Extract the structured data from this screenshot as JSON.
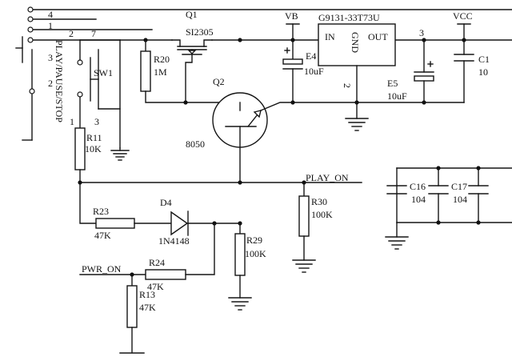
{
  "labels": {
    "net_4": "4",
    "net_1": "1",
    "pin_2": "2",
    "pin_3": "3",
    "pin_1": "1",
    "play_pause_stop": "PLAY/PAUSE/STOP",
    "sw1": "SW1",
    "r20": "R20",
    "r20_value": "1M",
    "q1": "Q1",
    "q1_part": "SI2305",
    "vb": "VB",
    "ic_part": "G9131-33T73U",
    "ic_in": "IN",
    "ic_gnd": "GND",
    "ic_out": "OUT",
    "ic_pin_2": "2",
    "ic_pin_3": "3",
    "vcc": "VCC",
    "c1": "C1",
    "c1_value": "10",
    "e4": "E4",
    "e4_value": "10uF",
    "e5": "E5",
    "e5_value": "10uF",
    "q2": "Q2",
    "q2_part": "8050",
    "r11": "R11",
    "r11_value": "10K",
    "play_on": "PLAY_ON",
    "r23": "R23",
    "r23_value": "47K",
    "d4": "D4",
    "d4_part": "1N4148",
    "r30": "R30",
    "r30_value": "100K",
    "c16": "C16",
    "c16_value": "104",
    "c17": "C17",
    "c17_value": "104",
    "pwr_on": "PWR_ON",
    "r24": "R24",
    "r24_value": "47K",
    "r29": "R29",
    "r29_value": "100K",
    "r13": "R13",
    "r13_value": "47K"
  }
}
